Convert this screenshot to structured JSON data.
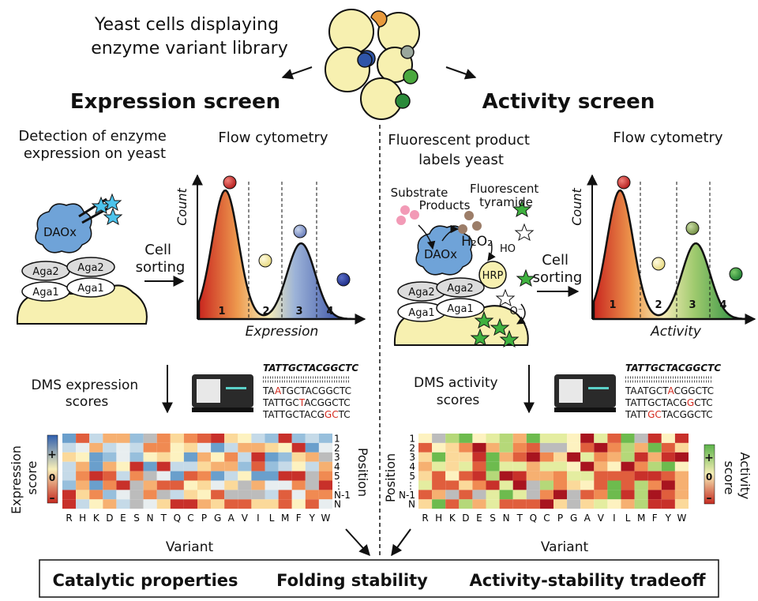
{
  "top": {
    "yeast_library_label": [
      "Yeast cells displaying",
      "enzyme variant library"
    ]
  },
  "left": {
    "title": "Expression screen",
    "detection_label": [
      "Detection of enzyme",
      "expression on yeast"
    ],
    "flow_title": "Flow cytometry",
    "enzyme_label": "DAOx",
    "aga_labels": [
      "Aga2",
      "Aga2",
      "Aga1",
      "Aga1"
    ],
    "sort_label": [
      "Cell",
      "sorting"
    ],
    "y_axis": "Count",
    "x_axis": "Expression",
    "bins": [
      "1",
      "2",
      "3",
      "4"
    ],
    "dms_label": [
      "DMS expression",
      "scores"
    ],
    "reads": {
      "reference": "TATTGCTACGGCTC",
      "rows": [
        {
          "pre": "TA",
          "mut": "A",
          "post": "TGCTACGGCTC"
        },
        {
          "pre": "TATTGC",
          "mut": "T",
          "post": "ACGGCTC"
        },
        {
          "pre": "TATTGCTACG",
          "mut": "GC",
          "post": "TC"
        }
      ]
    },
    "heatmap": {
      "score_title": [
        "Expression",
        "score"
      ],
      "scale_labels": [
        "+",
        "0",
        "–"
      ],
      "position_title": "Position",
      "positions": [
        "1",
        "2",
        "3",
        "4",
        "5",
        "⋮",
        "N-1",
        "N"
      ],
      "variants": [
        "R",
        "H",
        "K",
        "D",
        "E",
        "S",
        "N",
        "T",
        "Q",
        "C",
        "P",
        "G",
        "A",
        "V",
        "I",
        "L",
        "M",
        "F",
        "Y",
        "W"
      ],
      "x_title": "Variant"
    }
  },
  "right": {
    "title": "Activity screen",
    "fluor_label": [
      "Fluorescent product",
      "labels yeast"
    ],
    "flow_title": "Flow cytometry",
    "substrate": "Substrate",
    "products": "Products",
    "tyramide": [
      "Fluorescent",
      "tyramide"
    ],
    "h2o2": "H₂O₂",
    "ho": "HO",
    "hrp": "HRP",
    "o_minus": "O⁻",
    "enzyme_label": "DAOx",
    "aga_labels": [
      "Aga2",
      "Aga2",
      "Aga1",
      "Aga1"
    ],
    "sort_label": [
      "Cell",
      "sorting"
    ],
    "y_axis": "Count",
    "x_axis": "Activity",
    "bins": [
      "1",
      "2",
      "3",
      "4"
    ],
    "dms_label": [
      "DMS activity",
      "scores"
    ],
    "reads": {
      "reference": "TATTGCTACGGCTC",
      "rows": [
        {
          "pre": "TAATGCT",
          "mut": "A",
          "post": "CGGCTC"
        },
        {
          "pre": "TATTGCTACG",
          "mut": "G",
          "post": "CTC"
        },
        {
          "pre": "TATT",
          "mut": "GC",
          "post": "TACGGCTC"
        }
      ]
    },
    "heatmap": {
      "score_title": [
        "Activity",
        "score"
      ],
      "scale_labels": [
        "+",
        "0",
        "–"
      ],
      "position_title": "Position",
      "positions": [
        "1",
        "2",
        "3",
        "4",
        "5",
        "⋮",
        "N-1",
        "N"
      ],
      "variants": [
        "R",
        "H",
        "K",
        "D",
        "E",
        "S",
        "N",
        "T",
        "Q",
        "C",
        "P",
        "G",
        "A",
        "V",
        "I",
        "L",
        "M",
        "F",
        "Y",
        "W"
      ],
      "x_title": "Variant"
    }
  },
  "bottom": {
    "labels": [
      "Catalytic properties",
      "Folding stability",
      "Activity-stability tradeoff"
    ]
  },
  "colors": {
    "yeast": "#f7f0b0",
    "daox": "#6fa3d8",
    "aga": "#dcdcdc",
    "expr_hi": "#2d3f9e",
    "act_hi": "#1f8a3b",
    "low": "#c4221f",
    "star_cyan": "#4cc3ec",
    "star_green": "#3fb13f"
  }
}
